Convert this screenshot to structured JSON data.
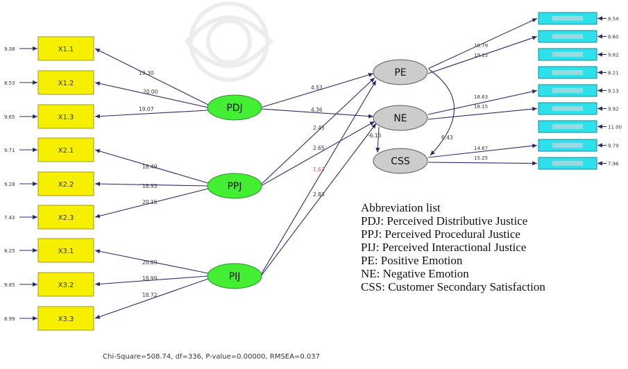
{
  "legend": {
    "title": "Abbreviation list",
    "items": [
      "PDJ: Perceived Distributive Justice",
      "PPJ: Perceived Procedural Justice",
      "PIJ: Perceived Interactional Justice",
      "PE: Positive Emotion",
      "NE: Negative Emotion",
      "CSS: Customer Secondary Satisfaction"
    ]
  },
  "stats": "Chi-Square=508.74, df=336, P-value=0.00000, RMSEA=0.037",
  "colors": {
    "indicator_left": "#f7ef00",
    "indicator_right": "#2ee0ea",
    "latent_exogenous": "#44ee33",
    "latent_endogenous": "#cccccc",
    "path": "#2a2a6a",
    "highlight_estimate": "#e05050"
  },
  "left_indicators": [
    {
      "label": "X1.1",
      "error": "9.38"
    },
    {
      "label": "X1.2",
      "error": "8.53"
    },
    {
      "label": "X1.3",
      "error": "9.65"
    },
    {
      "label": "X2.1",
      "error": "9.71"
    },
    {
      "label": "X2.2",
      "error": "9.28"
    },
    {
      "label": "X2.3",
      "error": "7.43"
    },
    {
      "label": "X3.1",
      "error": "8.25"
    },
    {
      "label": "X3.2",
      "error": "9.85"
    },
    {
      "label": "X3.3",
      "error": "8.99"
    }
  ],
  "exogenous": [
    {
      "label": "PDJ",
      "loadings": [
        "19.30",
        "20.00",
        "19.07"
      ]
    },
    {
      "label": "PPJ",
      "loadings": [
        "18.49",
        "18.93",
        "20.15"
      ]
    },
    {
      "label": "PIJ",
      "loadings": [
        "20.09",
        "18.99",
        "18.72"
      ]
    }
  ],
  "endogenous": [
    {
      "label": "PE"
    },
    {
      "label": "NE"
    },
    {
      "label": "CSS"
    }
  ],
  "structural_estimates": [
    {
      "text": "4.53"
    },
    {
      "text": "4.36"
    },
    {
      "text": "2.45"
    },
    {
      "text": "2.65"
    },
    {
      "text": "1.63"
    },
    {
      "text": "2.83"
    },
    {
      "text": "-6.15"
    },
    {
      "text": "6.43"
    }
  ],
  "right_loadings": [
    "19.79",
    "19.15",
    "18.63",
    "18.15",
    "14.67",
    "15.25"
  ],
  "right_indicators": [
    {
      "error": "8.54"
    },
    {
      "error": "8.60"
    },
    {
      "error": "9.82"
    },
    {
      "error": "8.21"
    },
    {
      "error": "9.13"
    },
    {
      "error": "9.92"
    },
    {
      "error": "11.00"
    },
    {
      "error": "9.79"
    },
    {
      "error": "7.96"
    }
  ]
}
